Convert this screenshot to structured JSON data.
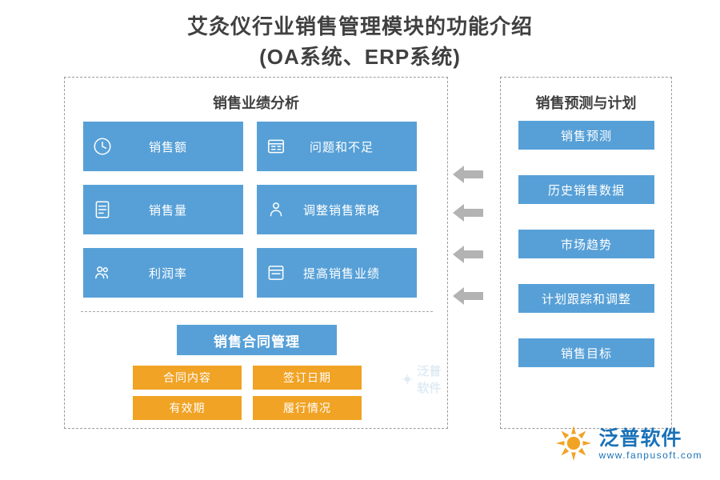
{
  "title": {
    "line1": "艾灸仪行业销售管理模块的功能介绍",
    "line2": "(OA系统、ERP系统)"
  },
  "left_panel": {
    "heading": "销售业绩分析",
    "items_left": [
      {
        "label": "销售额",
        "icon": "clock-icon"
      },
      {
        "label": "销售量",
        "icon": "document-icon"
      },
      {
        "label": "利润率",
        "icon": "people-icon"
      }
    ],
    "items_right": [
      {
        "label": "问题和不足",
        "icon": "form-icon"
      },
      {
        "label": "调整销售策略",
        "icon": "person-icon"
      },
      {
        "label": "提高销售业绩",
        "icon": "window-icon"
      }
    ],
    "contract": {
      "heading": "销售合同管理",
      "items": [
        "合同内容",
        "签订日期",
        "有效期",
        "履行情况"
      ]
    }
  },
  "right_panel": {
    "heading": "销售预测与计划",
    "items": [
      "销售预测",
      "历史销售数据",
      "市场趋势",
      "计划跟踪和调整",
      "销售目标"
    ]
  },
  "arrows": {
    "count": 4,
    "direction": "left",
    "color": "#b3b3b3"
  },
  "watermark": {
    "text": "泛普软件"
  },
  "logo": {
    "cn": "泛普软件",
    "en": "www.fanpusoft.com"
  },
  "colors": {
    "blue": "#57a0d7",
    "orange": "#f1a325",
    "arrow_gray": "#b3b3b3",
    "title_gray": "#404040",
    "logo_blue": "#1a72b8"
  }
}
